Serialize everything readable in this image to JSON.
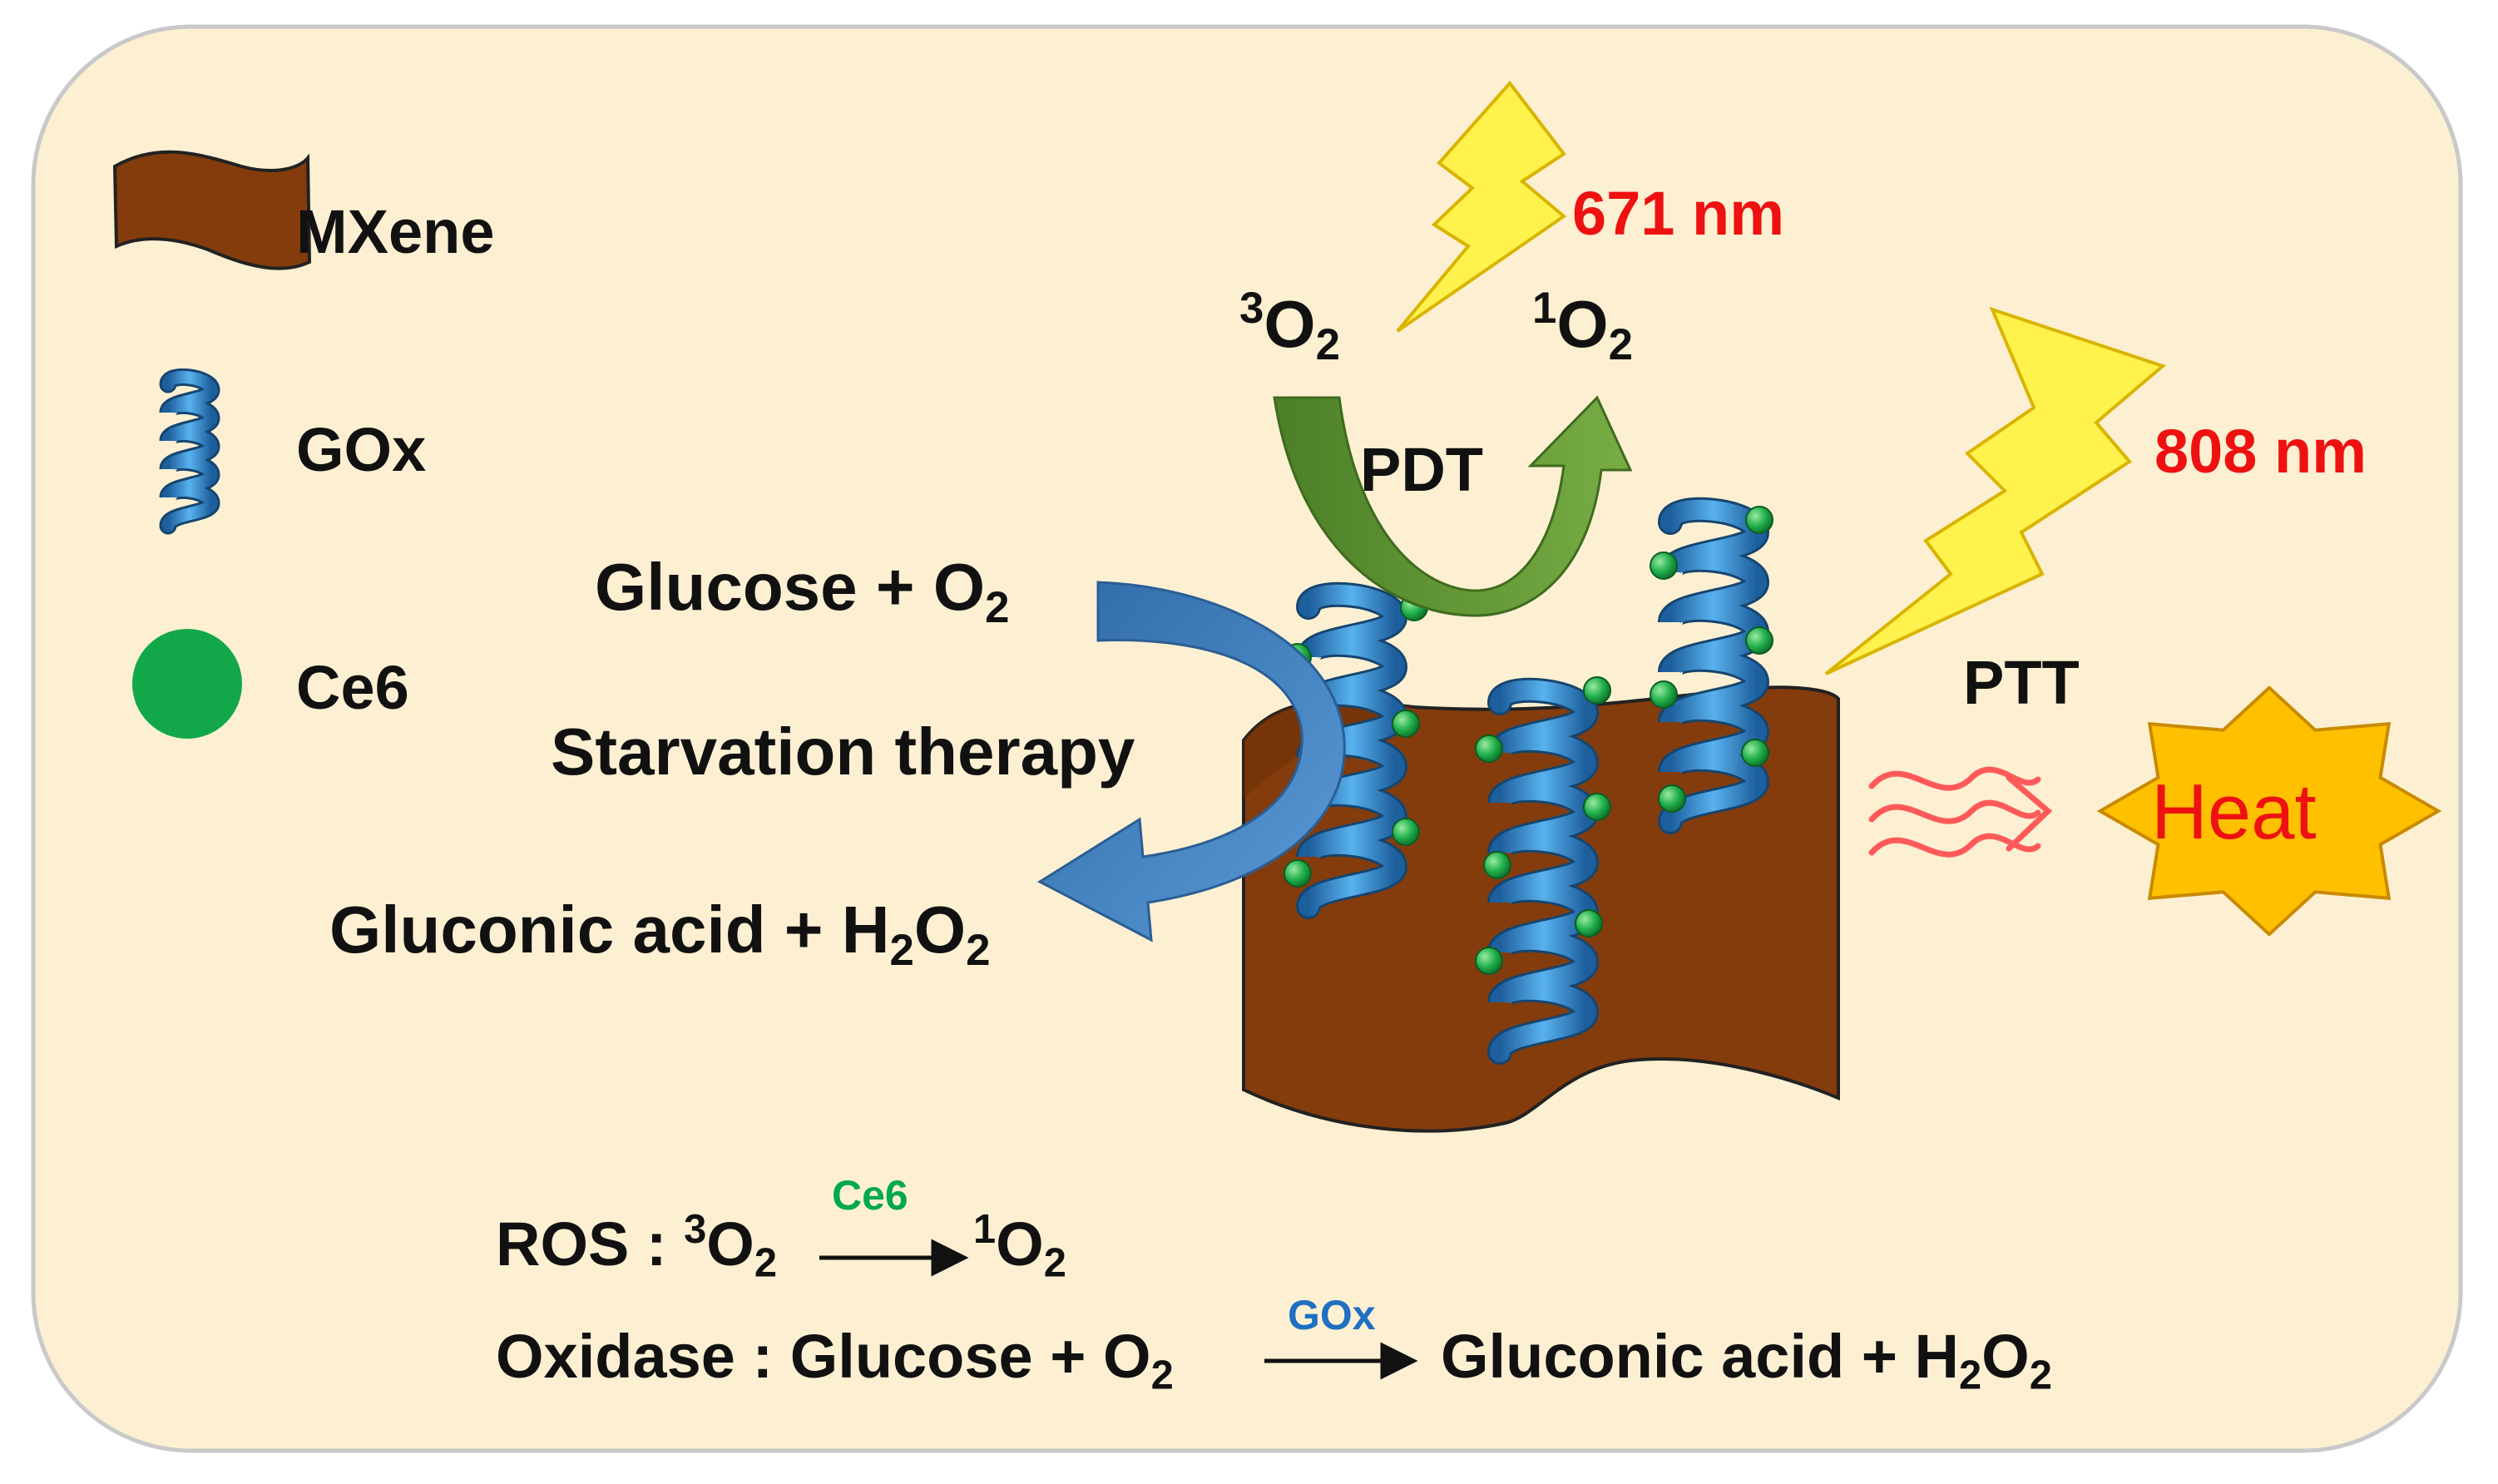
{
  "legend": {
    "mxene": "MXene",
    "gox": "GOx",
    "ce6": "Ce6"
  },
  "pdt": {
    "light": "671 nm",
    "o2_triplet_sup": "3",
    "o2_singlet_sup": "1",
    "o2_base": "O",
    "o2_sub": "2",
    "label": "PDT"
  },
  "ptt": {
    "light": "808 nm",
    "label": "PTT",
    "heat": "Heat"
  },
  "starvation": {
    "reactant_text": "Glucose + O",
    "reactant_sub": "2",
    "label": "Starvation therapy",
    "product_text": "Gluconic acid + H",
    "product_sub1": "2",
    "product_mid": "O",
    "product_sub2": "2"
  },
  "equations": {
    "ros": {
      "prefix": "ROS : ",
      "left_sup": "3",
      "base": "O",
      "sub": "2",
      "catalyst": "Ce6",
      "right_sup": "1"
    },
    "oxidase": {
      "prefix": "Oxidase : Glucose + O",
      "left_sub": "2",
      "catalyst": "GOx",
      "product_text": "Gluconic acid + H",
      "product_sub1": "2",
      "product_mid": "O",
      "product_sub2": "2"
    }
  },
  "colors": {
    "panel_background": "#fdf0d2",
    "mxene": "#843c0c",
    "gox": "#2e86c8",
    "ce6": "#12a84a",
    "pdt_arrow": "#5e9a32",
    "starvation_arrow": "#3d7bbf",
    "lightning": "#fff24d",
    "heat_star": "#ffc000",
    "heat_waves": "#ff5a5a",
    "wavelength_text": "#ee1111",
    "ce6_text": "#00a84f",
    "gox_text": "#1f6fc2"
  }
}
